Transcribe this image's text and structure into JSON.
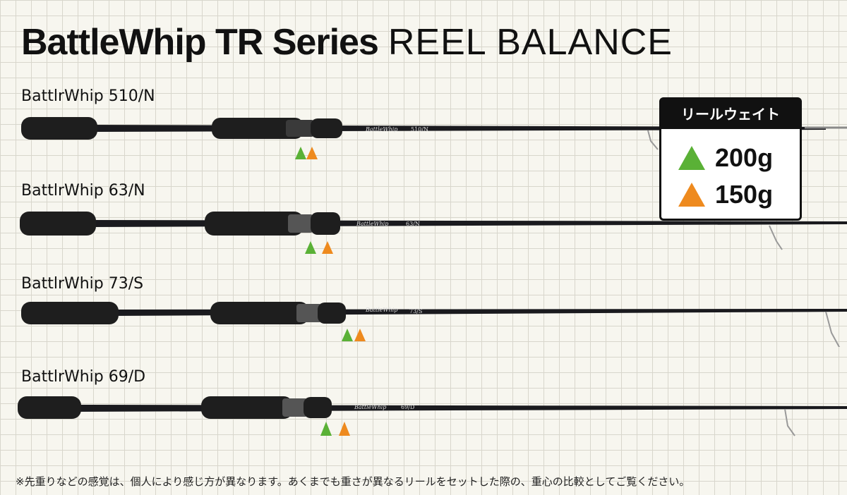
{
  "title": {
    "main": "BattleWhip TR Series",
    "sub": "REEL BALANCE"
  },
  "legend": {
    "heading": "リールウェイト",
    "items": [
      {
        "label": "200g",
        "color": "#5ab136"
      },
      {
        "label": "150g",
        "color": "#ee8a1e"
      }
    ]
  },
  "rods": [
    {
      "name": "BattlrWhip 510/N",
      "model": "510/N"
    },
    {
      "name": "BattlrWhip 63/N",
      "model": "63/N"
    },
    {
      "name": "BattlrWhip 73/S",
      "model": "73/S"
    },
    {
      "name": "BattlrWhip 69/D",
      "model": "69/D"
    }
  ],
  "brand_mark": "BattleWhip",
  "footnote": "※先重りなどの感覚は、個人により感じ方が異なります。あくまでも重さが異なるリールをセットした際の、重心の比較としてご覧ください。",
  "colors": {
    "green": "#5ab136",
    "orange": "#ee8a1e"
  }
}
